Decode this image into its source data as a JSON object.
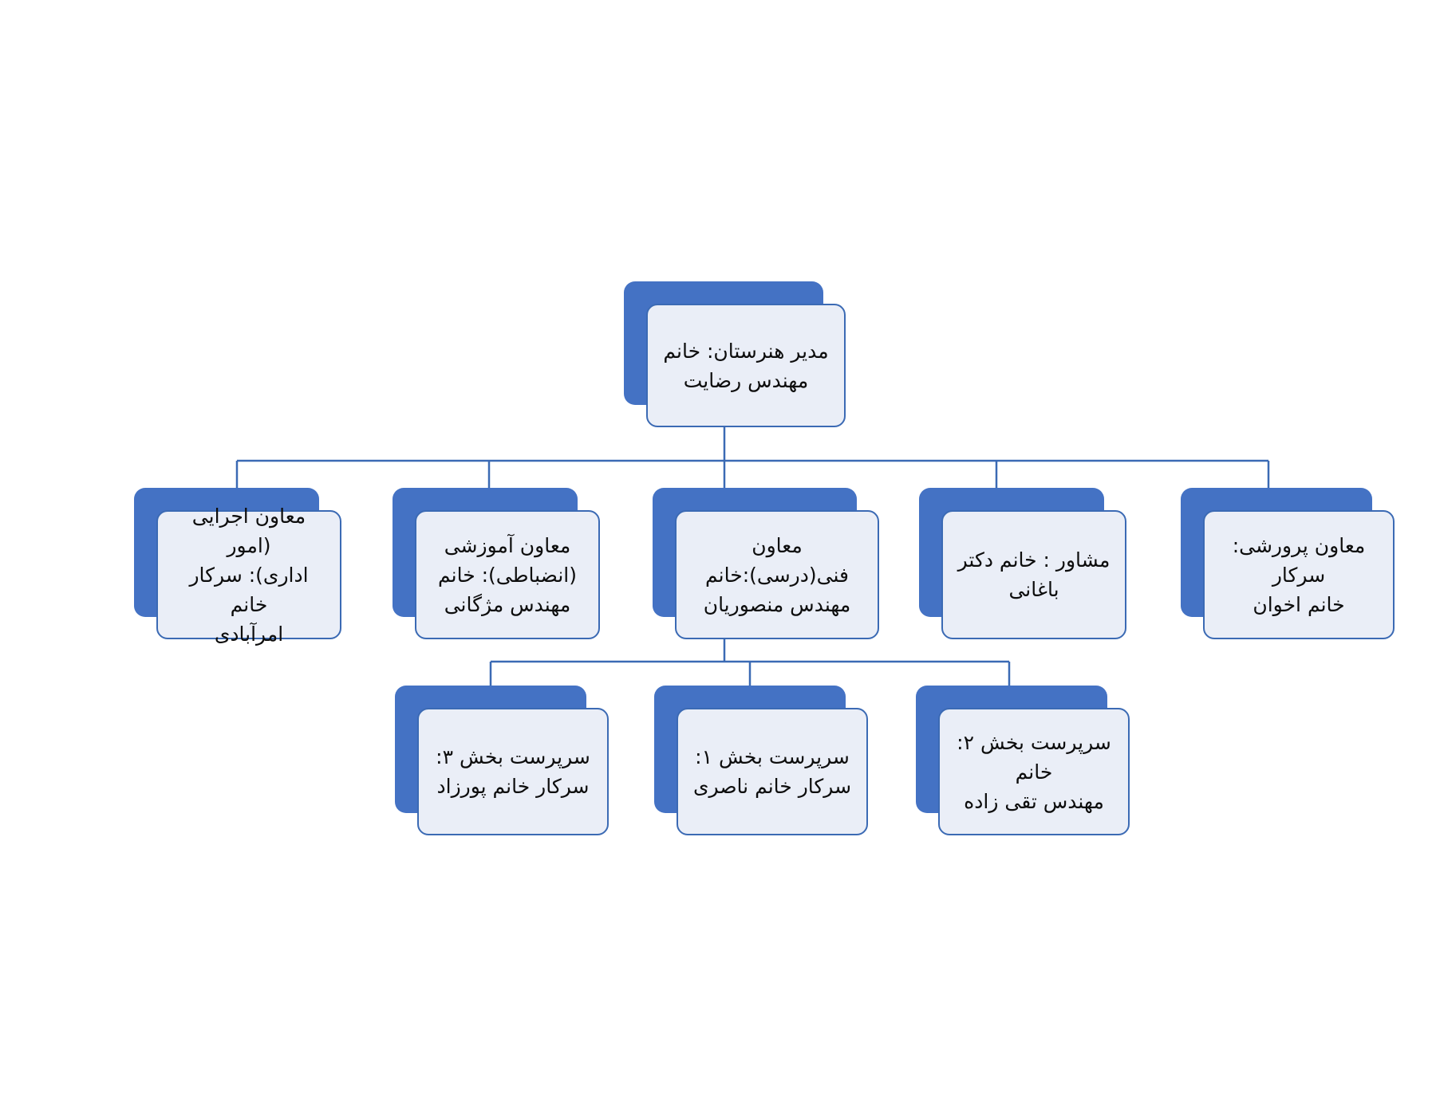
{
  "chart": {
    "type": "org-chart",
    "title": "",
    "direction": "rtl",
    "colors": {
      "shadow": "#4472c4",
      "card_fill": "#eaeef7",
      "card_border": "#3b6ab4",
      "connector": "#3b6ab4",
      "text": "#0d0d0d",
      "background": "#ffffff"
    },
    "levels": 3
  },
  "nodes": {
    "root": {
      "label": "مدیر هنرستان: خانم\nمهندس رضایت",
      "level": 1
    },
    "level2": [
      {
        "label": "معاون اجرایی (امور\nاداری): سرکار خانم\nامرآبادی",
        "level": 2
      },
      {
        "label": "معاون آموزشی\n(انضباطی): خانم\nمهندس مژگانی",
        "level": 2
      },
      {
        "label": "معاون فنی(درسی):خانم\nمهندس منصوریان",
        "level": 2
      },
      {
        "label": "مشاور : خانم دکتر\nباغانی",
        "level": 2
      },
      {
        "label": "معاون پرورشی: سرکار\nخانم اخوان",
        "level": 2
      }
    ],
    "level3": [
      {
        "label": "سرپرست بخش ۳:\nسرکار خانم پورزاد",
        "level": 3
      },
      {
        "label": "سرپرست بخش ۱:\nسرکار خانم ناصری",
        "level": 3
      },
      {
        "label": "سرپرست بخش ۲: خانم\nمهندس تقی زاده",
        "level": 3
      }
    ]
  }
}
